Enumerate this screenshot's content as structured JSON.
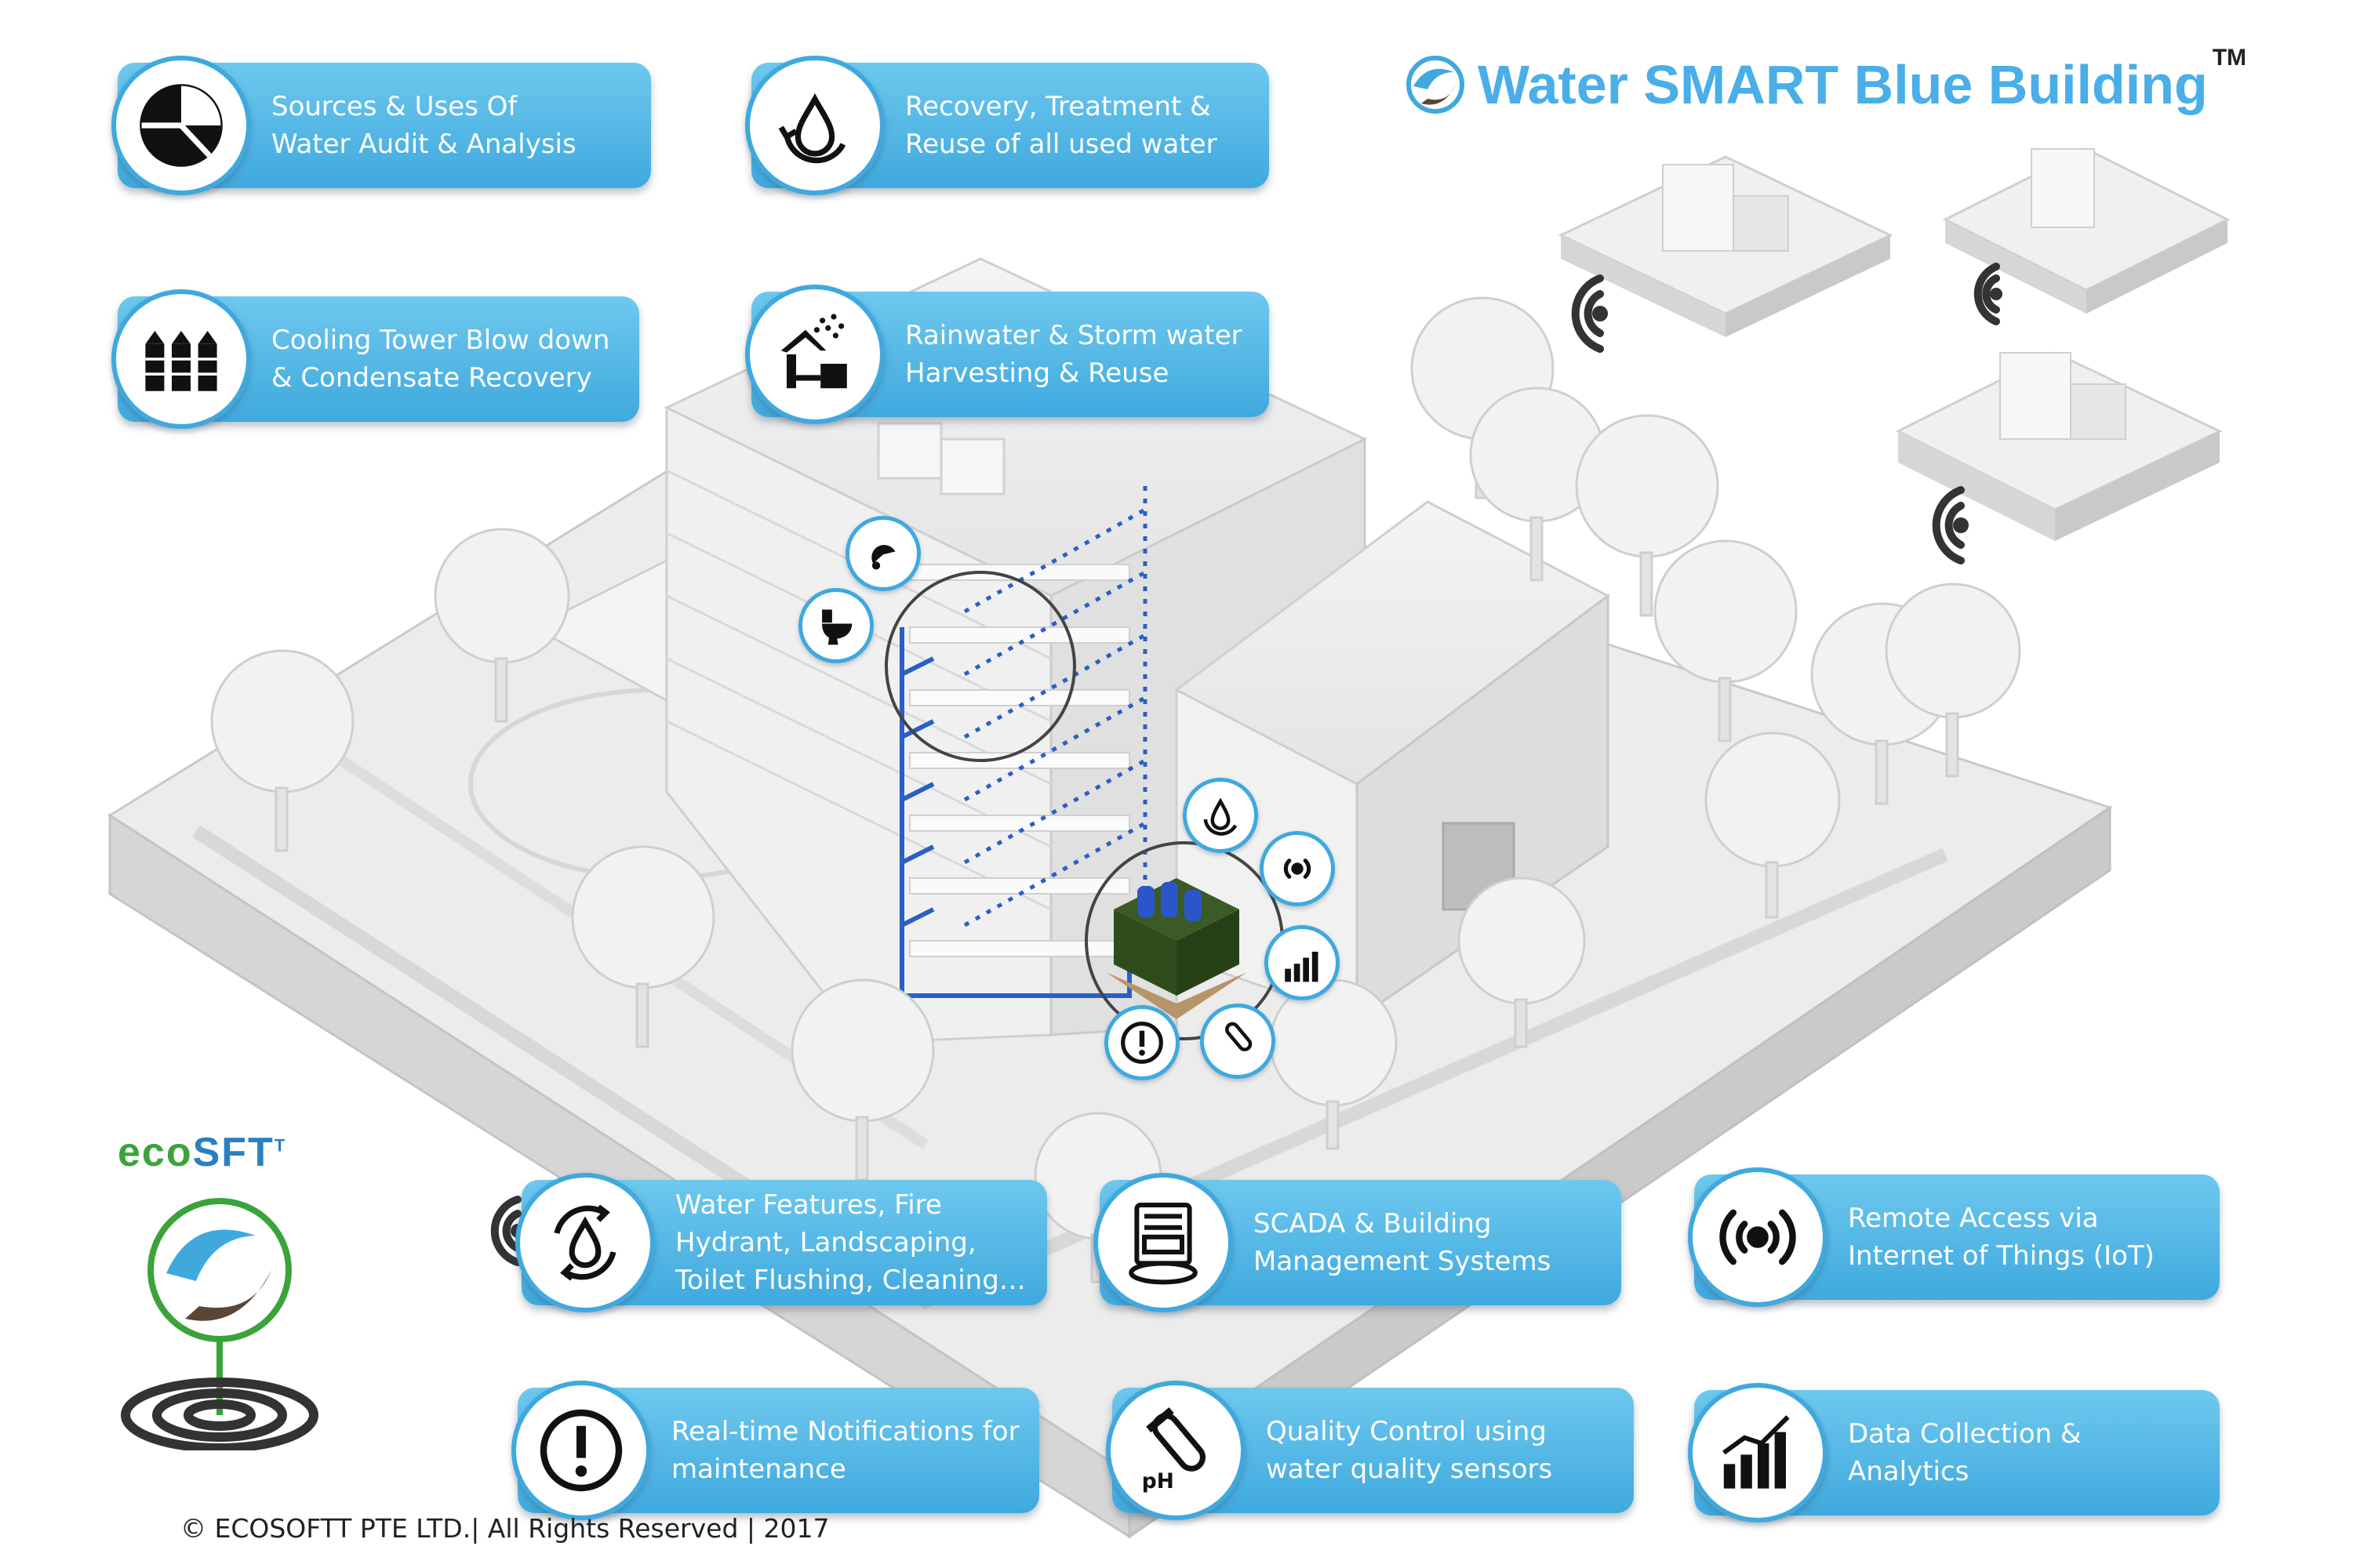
{
  "title": {
    "text": "Water SMART Blue Building",
    "trademark": "TM"
  },
  "features": {
    "audit": {
      "line1": "Sources & Uses Of",
      "line2": "Water Audit & Analysis",
      "icon": "pie-chart-icon"
    },
    "recovery": {
      "line1": "Recovery, Treatment &",
      "line2": "Reuse of all used water",
      "icon": "water-cycle-icon"
    },
    "cooling": {
      "line1": "Cooling Tower Blow down",
      "line2": "& Condensate Recovery",
      "icon": "cooling-tower-icon"
    },
    "rainwater": {
      "line1": "Rainwater & Storm water",
      "line2": "Harvesting & Reuse",
      "icon": "rain-harvest-icon"
    },
    "water_features": {
      "line1": "Water Features, Fire",
      "line2": "Hydrant, Landscaping,",
      "line3": "Toilet Flushing, Cleaning…",
      "icon": "water-recycle-icon"
    },
    "scada": {
      "line1": "SCADA & Building",
      "line2": "Management Systems",
      "icon": "scada-panel-icon"
    },
    "iot": {
      "line1": "Remote Access via",
      "line2": "Internet of Things (IoT)",
      "icon": "wireless-icon"
    },
    "notifications": {
      "line1": "Real-time Notifications for",
      "line2": "maintenance",
      "icon": "alert-icon"
    },
    "quality": {
      "line1": "Quality Control using",
      "line2": "water quality sensors",
      "icon": "ph-tube-icon",
      "icon_label": "pH"
    },
    "analytics": {
      "line1": "Data Collection &",
      "line2": "Analytics",
      "icon": "bar-chart-icon"
    }
  },
  "logo": {
    "eco": "eco",
    "soft": "S",
    "rest": "FT",
    "sup": "T"
  },
  "footer": {
    "copyright": "© ECOSOFTT PTE LTD.| All Rights Reserved | 2017"
  },
  "colors": {
    "accent": "#3fa9de",
    "title": "#4aaee8",
    "pipe": "#2a5fc4",
    "ground": "#e9e9e9",
    "logo_green": "#3aa33a"
  }
}
